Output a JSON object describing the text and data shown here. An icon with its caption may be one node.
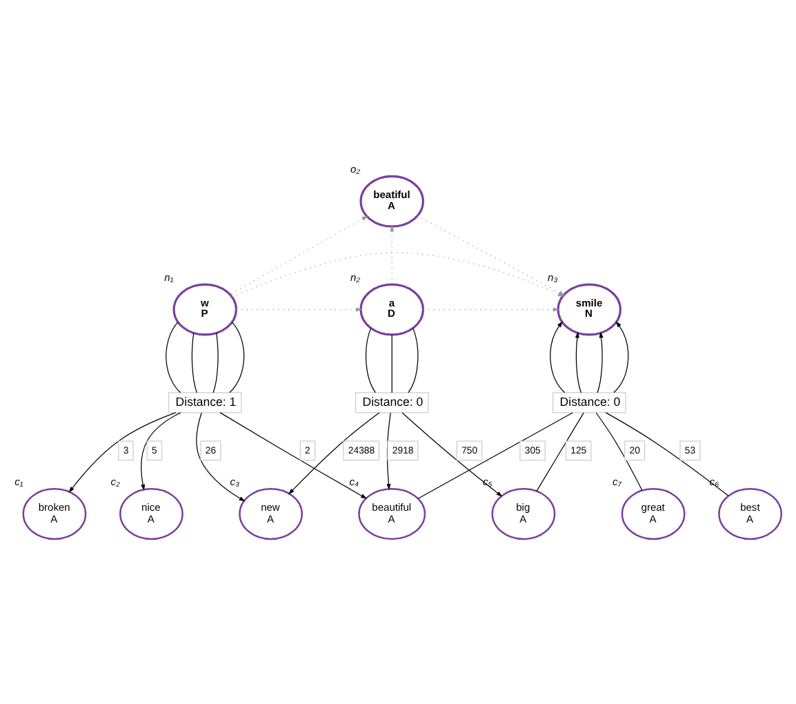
{
  "diagram": {
    "nodes": [
      {
        "text": [
          "beatiful",
          "A"
        ],
        "beside": [
          "o₂"
        ]
      },
      {
        "text": [
          "w",
          "P"
        ],
        "beside": [
          "n₁"
        ]
      },
      {
        "text": [
          "a",
          "D"
        ],
        "beside": [
          "n₂"
        ]
      },
      {
        "text": [
          "smile",
          "N"
        ],
        "beside": [
          "n₃"
        ]
      },
      {
        "text": [
          "Distance: 1"
        ]
      },
      {
        "text": [
          "Distance: 0"
        ]
      },
      {
        "text": [
          "Distance: 0"
        ]
      },
      {
        "text": [
          "broken",
          "A"
        ],
        "beside": [
          "c₁"
        ]
      },
      {
        "text": [
          "nice",
          "A"
        ],
        "beside": [
          "c₂"
        ]
      },
      {
        "text": [
          "new",
          "A"
        ],
        "beside": [
          "c₃"
        ]
      },
      {
        "text": [
          "beautiful",
          "A"
        ],
        "beside": [
          "c₄"
        ]
      },
      {
        "text": [
          "big",
          "A"
        ],
        "beside": [
          "c₅"
        ]
      },
      {
        "text": [
          "best",
          "A"
        ],
        "beside": [
          "c₆"
        ]
      },
      {
        "text": [
          "great",
          "A"
        ],
        "beside": [
          "c₇"
        ]
      }
    ],
    "edges": [
      {
        "from": 1,
        "to": 0,
        "arrow": "to",
        "style": "dashed",
        "color": "#999999"
      },
      {
        "from": 1,
        "to": 2,
        "arrow": "to",
        "style": "dashed",
        "color": "#999999"
      },
      {
        "from": 1,
        "to": 3,
        "arrow": "to",
        "style": "dashed",
        "color": "#999999"
      },
      {
        "from": 2,
        "to": 0,
        "arrow": "to",
        "style": "dashed",
        "color": "#999999"
      },
      {
        "from": 2,
        "to": 3,
        "arrow": "to",
        "style": "dashed",
        "color": "#999999"
      },
      {
        "from": 0,
        "to": 3,
        "arrow": "to",
        "style": "dashed",
        "color": "#999999"
      },
      {
        "from": 1,
        "to": 4,
        "arrow": "none"
      },
      {
        "from": 1,
        "to": 4,
        "arrow": "none"
      },
      {
        "from": 1,
        "to": 4,
        "arrow": "none"
      },
      {
        "from": 1,
        "to": 4,
        "arrow": "none"
      },
      {
        "from": 2,
        "to": 5,
        "arrow": "none"
      },
      {
        "from": 2,
        "to": 5,
        "arrow": "none"
      },
      {
        "from": 2,
        "to": 5,
        "arrow": "none"
      },
      {
        "from": 6,
        "to": 3,
        "arrow": "to"
      },
      {
        "from": 6,
        "to": 3,
        "arrow": "to"
      },
      {
        "from": 6,
        "to": 3,
        "arrow": "to"
      },
      {
        "from": 6,
        "to": 3,
        "arrow": "to"
      },
      {
        "from": 4,
        "to": 7,
        "arrow": "to",
        "label": "3"
      },
      {
        "from": 4,
        "to": 8,
        "arrow": "to",
        "label": "5"
      },
      {
        "from": 4,
        "to": 9,
        "arrow": "to",
        "label": "26"
      },
      {
        "from": 4,
        "to": 10,
        "arrow": "to",
        "label": "2"
      },
      {
        "from": 5,
        "to": 9,
        "arrow": "to",
        "label": "24388"
      },
      {
        "from": 5,
        "to": 10,
        "arrow": "to",
        "label": "2918"
      },
      {
        "from": 5,
        "to": 11,
        "arrow": "to",
        "label": "750"
      },
      {
        "from": 10,
        "to": 6,
        "arrow": "none",
        "label": "305"
      },
      {
        "from": 11,
        "to": 6,
        "arrow": "none",
        "label": "125"
      },
      {
        "from": 12,
        "to": 6,
        "arrow": "none",
        "label": "53"
      },
      {
        "from": 13,
        "to": 6,
        "arrow": "none",
        "label": "20"
      }
    ]
  }
}
